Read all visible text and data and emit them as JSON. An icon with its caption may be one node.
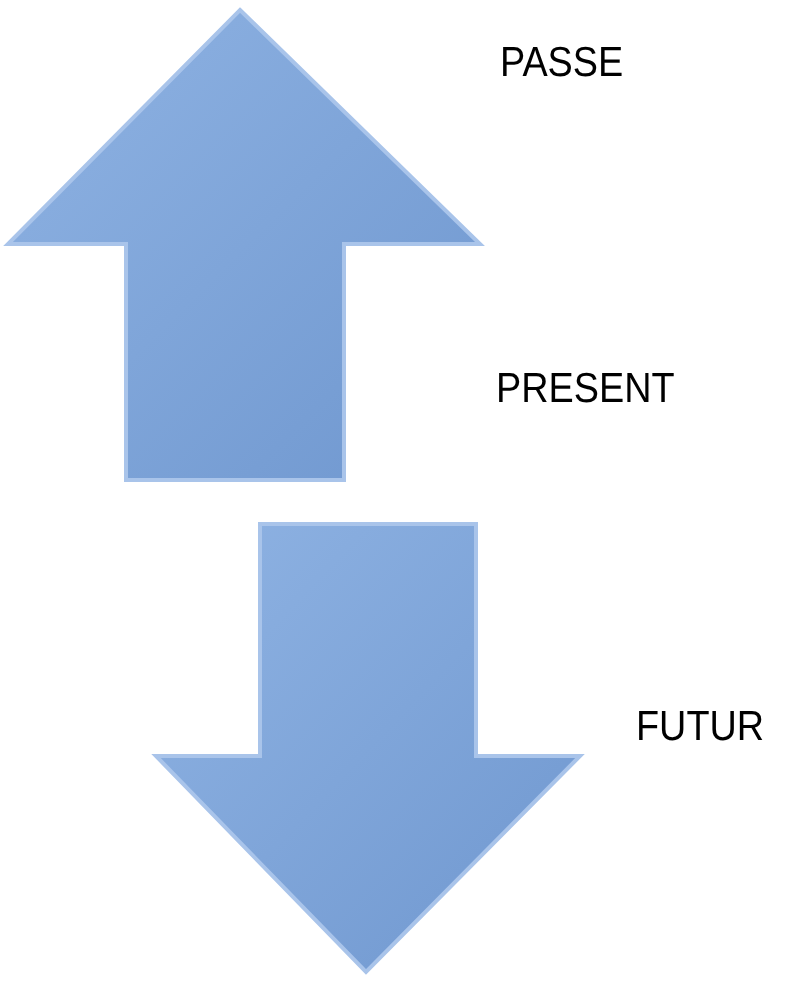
{
  "diagram": {
    "labels": [
      "PASSE",
      "PRESENT",
      "FUTUR"
    ]
  }
}
